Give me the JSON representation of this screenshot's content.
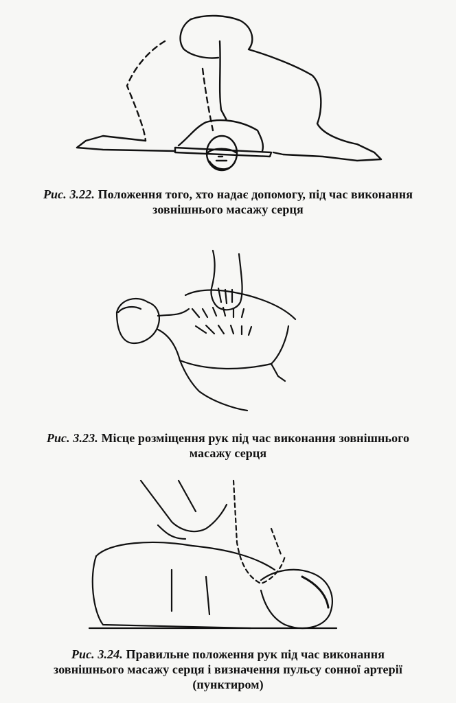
{
  "figures": [
    {
      "number": "Рис. 3.22.",
      "caption_lines": [
        "Положення того, хто надає допомогу, під час виконання",
        "зовнішнього масажу серця"
      ]
    },
    {
      "number": "Рис. 3.23.",
      "caption_lines": [
        "Місце розміщення рук під час виконання зовнішнього",
        "масажу серця"
      ]
    },
    {
      "number": "Рис. 3.24.",
      "caption_lines": [
        "Правильне положення рук під час виконання",
        "зовнішнього масажу серця і визначення пульсу сонної артерії",
        "(пунктиром)"
      ]
    }
  ]
}
